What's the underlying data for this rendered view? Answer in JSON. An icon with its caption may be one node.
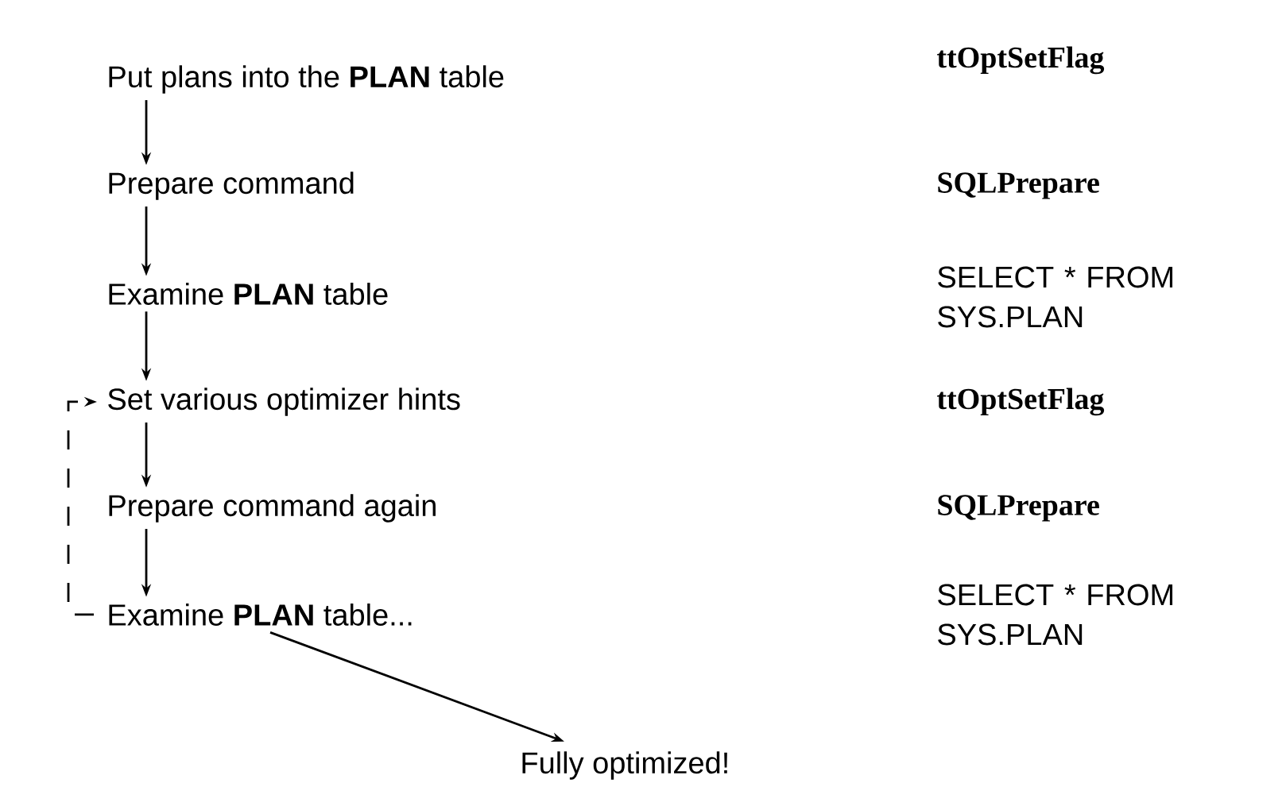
{
  "diagram": {
    "nodes": [
      {
        "text": [
          "Put plans into the **PLAN** table"
        ]
      },
      {
        "text": [
          "Prepare command"
        ]
      },
      {
        "text": [
          "Examine **PLAN** table"
        ]
      },
      {
        "text": [
          "Set various optimizer hints"
        ]
      },
      {
        "text": [
          "Prepare command again"
        ]
      },
      {
        "text": [
          "Examine **PLAN** table..."
        ]
      },
      {
        "text": [
          "Fully optimized!"
        ]
      }
    ],
    "edges": [
      {
        "from": 0,
        "to": 1,
        "arrow": "to"
      },
      {
        "from": 1,
        "to": 2,
        "arrow": "to"
      },
      {
        "from": 2,
        "to": 3,
        "arrow": "to"
      },
      {
        "from": 3,
        "to": 4,
        "arrow": "to"
      },
      {
        "from": 4,
        "to": 5,
        "arrow": "to"
      },
      {
        "from": 5,
        "to": 3,
        "arrow": "to",
        "style": "dashed"
      },
      {
        "from": 5,
        "to": 6,
        "arrow": "to"
      }
    ],
    "labels": [
      "ttOptSetFlag",
      "SQLPrepare",
      "SELECT * FROM SYS.PLAN",
      "ttOptSetFlag",
      "SQLPrepare",
      "SELECT * FROM SYS.PLAN"
    ]
  }
}
